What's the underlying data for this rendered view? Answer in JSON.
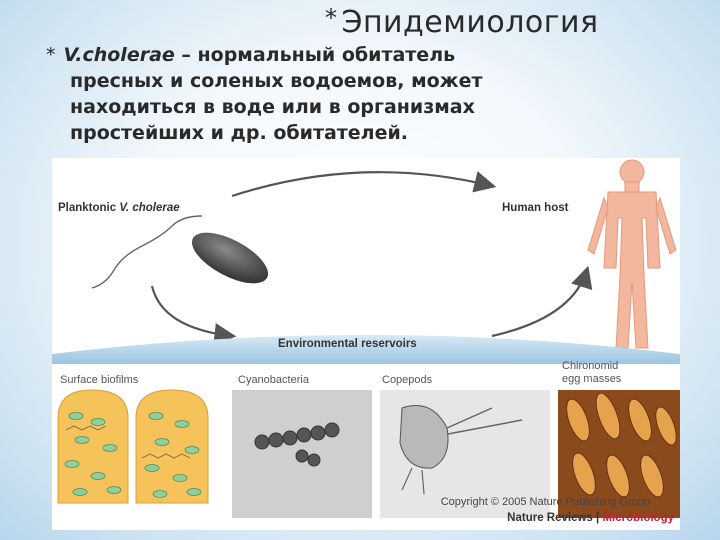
{
  "slide": {
    "title": "Эпидемиология",
    "bullet_line1_italic": "V.cholerae",
    "bullet_line1_rest": " – нормальный обитатель",
    "bullet_lines": [
      "пресных и соленых водоемов, может",
      "находиться в воде или в организмах",
      "простейших и др. обитателей."
    ]
  },
  "figure": {
    "planktonic_label_prefix": "Planktonic ",
    "planktonic_label_italic": "V. cholerae",
    "human_host_label": "Human host",
    "reservoir_label": "Environmental reservoirs",
    "panels": [
      {
        "label": "Surface biofilms"
      },
      {
        "label": "Cyanobacteria"
      },
      {
        "label": "Copepods"
      },
      {
        "label_line1": "Chironomid",
        "label_line2": "egg masses"
      }
    ],
    "copyright": "Copyright © 2005 Nature Publishing Group",
    "journal_name": "Nature Reviews",
    "journal_sep": " | ",
    "journal_section": "Microbiology"
  },
  "colors": {
    "bacterium": "#4a4a4a",
    "human": "#f2b79c",
    "reservoir_band": "#bcd9ec",
    "journal_accent": "#c0243b",
    "biofilm": "#f6c35a"
  }
}
